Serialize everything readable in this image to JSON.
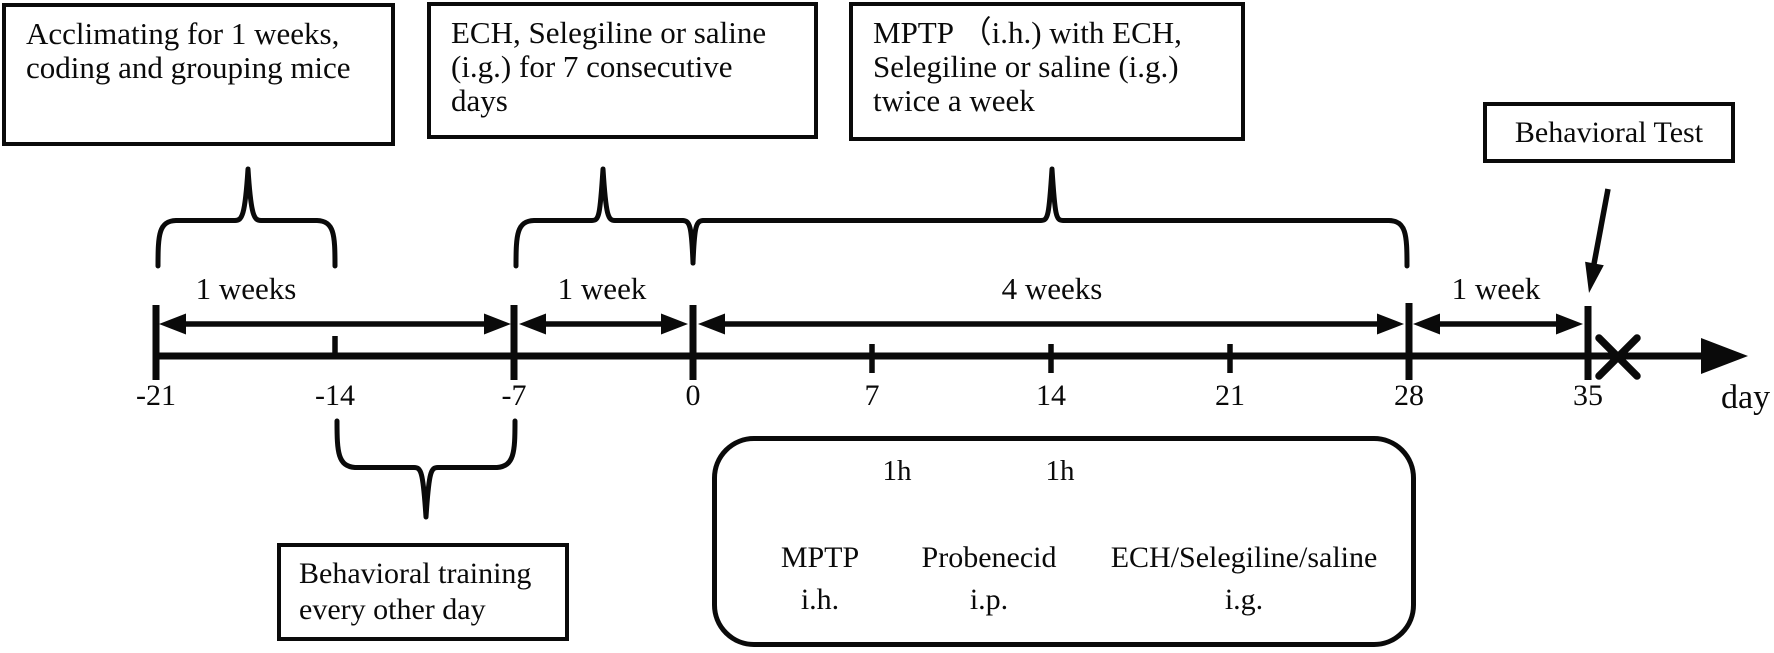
{
  "colors": {
    "ink": "#0a0a0a",
    "background": "#ffffff"
  },
  "boxes": {
    "acclimating": {
      "lines": [
        "Acclimating for 1 weeks,",
        "coding and grouping mice"
      ]
    },
    "pretreatment": {
      "lines": [
        "ECH, Selegiline or saline",
        "(i.g.) for 7 consecutive",
        "days"
      ]
    },
    "mptp_treatment": {
      "lines": [
        "MPTP （i.h.) with ECH,",
        "Selegiline or saline (i.g.)",
        "twice a week"
      ]
    },
    "behavioral_test": {
      "label": "Behavioral Test"
    },
    "behavioral_training": {
      "lines": [
        "Behavioral training",
        "every other day"
      ]
    }
  },
  "timeline": {
    "axis_label": "day",
    "tick_labels": [
      "-21",
      "-14",
      "-7",
      "0",
      "7",
      "14",
      "21",
      "28",
      "35"
    ],
    "segments": [
      {
        "label": "1 weeks",
        "from_day": -21,
        "to_day": -14
      },
      {
        "label": "1 week",
        "from_day": -7,
        "to_day": 0
      },
      {
        "label": "4 weeks",
        "from_day": 0,
        "to_day": 28
      },
      {
        "label": "1 week",
        "from_day": 28,
        "to_day": 35
      }
    ]
  },
  "injection_schedule": {
    "intervals": [
      {
        "label": "1h"
      },
      {
        "label": "1h"
      }
    ],
    "events": [
      {
        "drug": "MPTP",
        "route": "i.h."
      },
      {
        "drug": "Probenecid",
        "route": "i.p."
      },
      {
        "drug": "ECH/Selegiline/saline",
        "route": "i.g."
      }
    ]
  }
}
